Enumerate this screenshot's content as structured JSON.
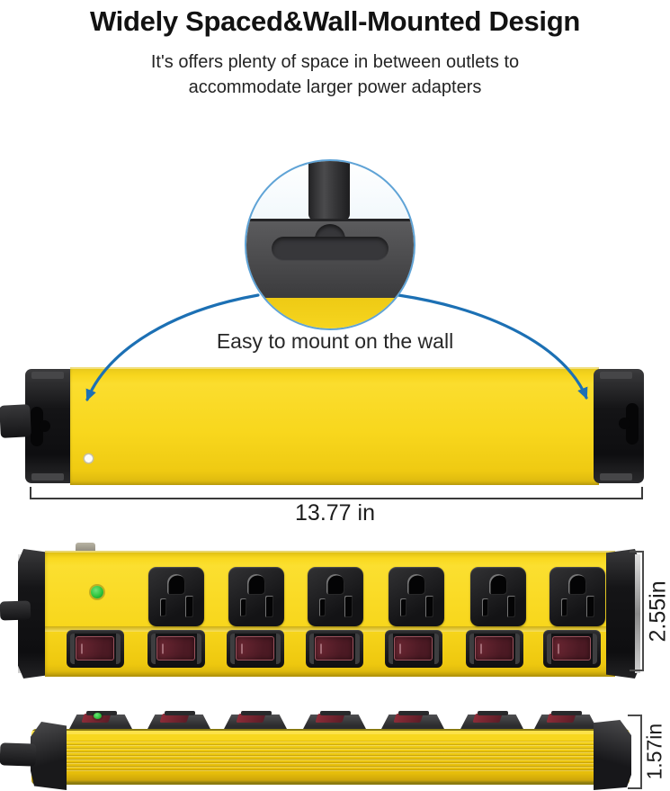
{
  "header": {
    "title": "Widely Spaced&Wall-Mounted Design",
    "subtitle_line1": "It's offers plenty of space in between outlets to",
    "subtitle_line2": "accommodate larger power adapters"
  },
  "callout": {
    "caption": "Easy to mount on the wall"
  },
  "dimensions": {
    "length": "13.77 in",
    "height": "2.55in",
    "depth": "1.57in"
  },
  "product": {
    "outlet_count": 6,
    "switch_count": 7,
    "indicator": "green power LED",
    "mount": "keyhole wall-mount slots"
  },
  "colors": {
    "body_yellow": "#F8D71D",
    "cap_black": "#1B1B1D",
    "arrow_blue": "#1C70B4",
    "ring_blue": "#5FA3D6",
    "led_green": "#2EC43C",
    "rocker_red": "#5E2029",
    "text_dark": "#1E1E1E"
  }
}
